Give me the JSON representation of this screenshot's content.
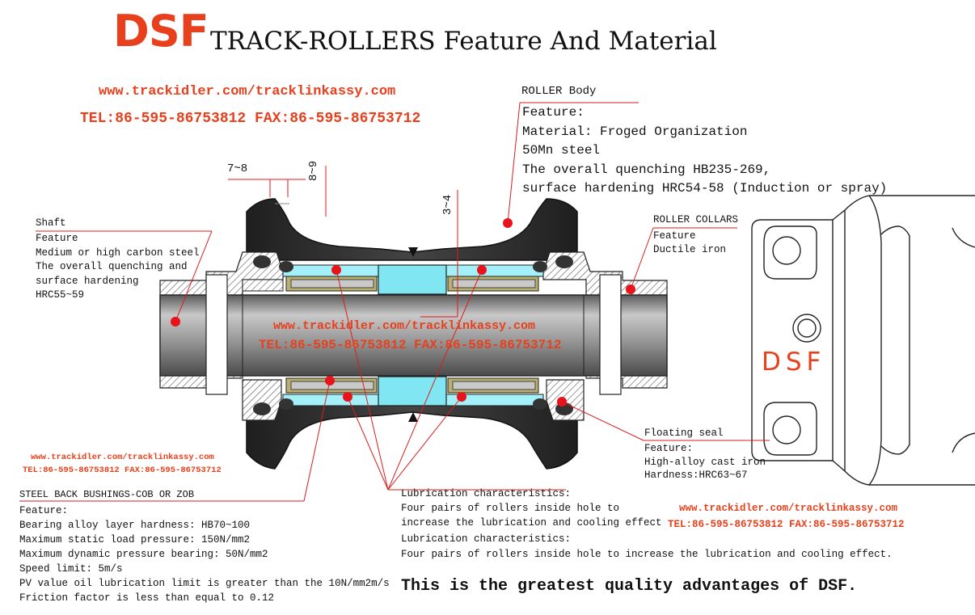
{
  "header": {
    "brand": "DSF",
    "title": "TRACK-ROLLERS Feature And Material",
    "url": "www.trackidler.com/tracklinkassy.com",
    "contact": "TEL:86-595-86753812 FAX:86-595-86753712"
  },
  "dimensions": {
    "d1": "7~8",
    "d2": "8~9",
    "d3": "3~4"
  },
  "roller_body": {
    "title": "ROLLER Body",
    "lines": [
      "Feature:",
      "Material: Froged Organization",
      "50Mn steel",
      "The overall quenching HB235-269,",
      "surface hardening HRC54-58 (Induction or spray)"
    ]
  },
  "shaft": {
    "title": "Shaft",
    "lines": [
      "Feature",
      "Medium or high carbon steel",
      "The overall quenching and",
      "surface hardening",
      "HRC55~59"
    ]
  },
  "roller_collars": {
    "title": "ROLLER COLLARS",
    "lines": [
      "Feature",
      "Ductile iron"
    ]
  },
  "floating_seal": {
    "title": "Floating seal",
    "lines": [
      "Feature:",
      "High-alloy cast iron",
      "Hardness:HRC63~67"
    ]
  },
  "bushings": {
    "title": "STEEL BACK BUSHINGS-COB OR ZOB",
    "lines": [
      "Feature:",
      "Bearing alloy layer hardness: HB70~100",
      "Maximum static load pressure: 150N/mm2",
      "Maximum dynamic pressure bearing: 50N/mm2",
      "Speed limit: 5m/s",
      "PV value oil lubrication limit is greater than the 10N/mm2m/s",
      "Friction factor is less than equal to 0.12"
    ]
  },
  "lubrication": {
    "title1": "Lubrication characteristics:",
    "line1": "Four pairs of rollers inside hole to",
    "line2": "increase the lubrication and cooling effect",
    "title2": "Lubrication characteristics:",
    "line3": "Four pairs of rollers inside hole to increase the lubrication and cooling effect."
  },
  "side_view_logo": "DSF",
  "footer": "This is the greatest quality advantages of DSF.",
  "colors": {
    "accent_red": "#e8401c",
    "dot_red": "#e8141c",
    "leader_red": "#d81e1e",
    "body_dark": "#2f2f2f",
    "shaft_grey": "#909090",
    "oil_cyan": "#7fe6f2",
    "bushing_olive": "#b8b070"
  }
}
